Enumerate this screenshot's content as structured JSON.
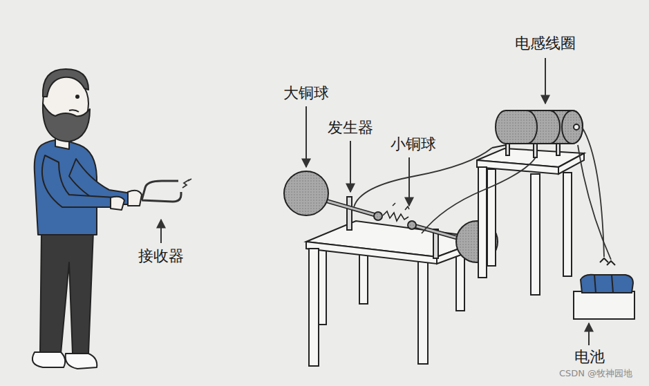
{
  "diagram": {
    "labels": [
      "电感线圈",
      "大铜球",
      "发生器",
      "小铜球",
      "接收器",
      "电池",
      "CSDN @牧神园地"
    ]
  }
}
